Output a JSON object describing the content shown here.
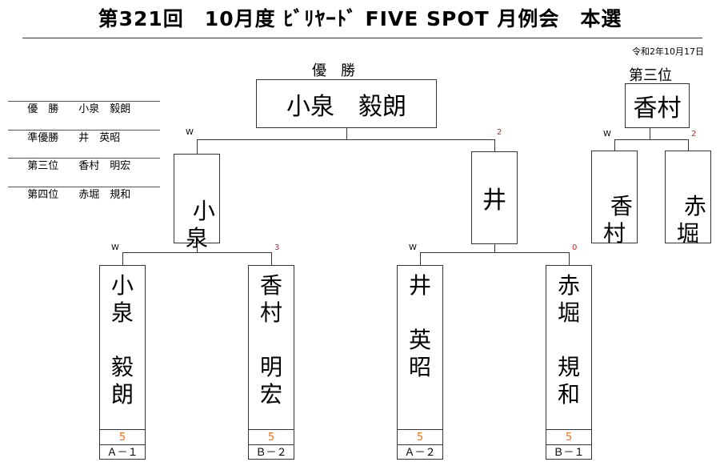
{
  "header": {
    "title": "第321回　10月度 ﾋﾞﾘﾔｰﾄﾞ FIVE SPOT 月例会　本選",
    "date": "令和2年10月17日"
  },
  "ranking": [
    {
      "label": "優　勝",
      "name": "小泉　毅朗"
    },
    {
      "label": "準優勝",
      "name": "井　英昭"
    },
    {
      "label": "第三位",
      "name": "香村　明宏"
    },
    {
      "label": "第四位",
      "name": "赤堀　規和"
    }
  ],
  "bracket": {
    "winner_label": "優　勝",
    "winner_name": "小泉　毅朗",
    "third_label": "第三位",
    "third_name": "香村",
    "final": {
      "left": {
        "name": "小\n泉",
        "mark": "W"
      },
      "right": {
        "name": "井",
        "mark": "2"
      }
    },
    "third_match": {
      "left": {
        "name": "香\n村",
        "mark": "W"
      },
      "right": {
        "name": "赤\n堀",
        "mark": "2"
      }
    },
    "first_round": [
      {
        "name": "小\n泉\n\n毅\n朗",
        "mark": "W",
        "score": "5",
        "seed": "Ａ－１"
      },
      {
        "name": "香\n村\n\n明\n宏",
        "mark": "3",
        "score": "5",
        "seed": "Ｂ－２"
      },
      {
        "name": "井\n\n英\n昭",
        "mark": "W",
        "score": "5",
        "seed": "Ａ－２"
      },
      {
        "name": "赤\n堀\n\n規\n和",
        "mark": "0",
        "score": "5",
        "seed": "Ｂ－１"
      }
    ]
  },
  "colors": {
    "score_mark": "#e02020",
    "score_value": "#e87020"
  }
}
